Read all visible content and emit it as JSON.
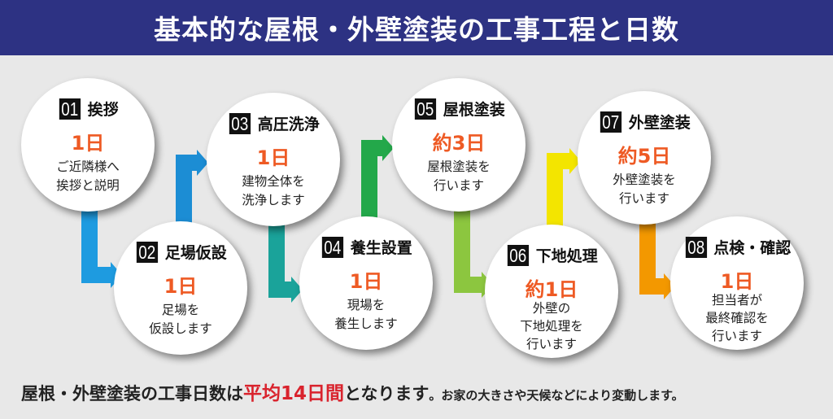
{
  "title": "基本的な屋根・外壁塗装の工事工程と日数",
  "steps": [
    {
      "num": "01",
      "title": "挨拶",
      "days": "1日",
      "desc": [
        "ご近隣様へ",
        "挨拶と説明"
      ]
    },
    {
      "num": "02",
      "title": "足場仮設",
      "days": "1日",
      "desc": [
        "足場を",
        "仮設します"
      ]
    },
    {
      "num": "03",
      "title": "高圧洗浄",
      "days": "1日",
      "desc": [
        "建物全体を",
        "洗浄します"
      ]
    },
    {
      "num": "04",
      "title": "養生設置",
      "days": "1日",
      "desc": [
        "現場を",
        "養生します"
      ]
    },
    {
      "num": "05",
      "title": "屋根塗装",
      "days": "約3日",
      "desc": [
        "屋根塗装を",
        "行います"
      ]
    },
    {
      "num": "06",
      "title": "下地処理",
      "days": "約1日",
      "desc": [
        "外壁の",
        "下地処理を",
        "行います"
      ]
    },
    {
      "num": "07",
      "title": "外壁塗装",
      "days": "約5日",
      "desc": [
        "外壁塗装を",
        "行います"
      ]
    },
    {
      "num": "08",
      "title": "点検・確認",
      "days": "1日",
      "desc": [
        "担当者が",
        "最終確認を",
        "行います"
      ]
    }
  ],
  "footer": {
    "lead": "屋根・外壁塗装の工事日数は",
    "highlight": "平均14日間",
    "tail": "となります",
    "note": "。お家の大きさや天候などにより変動します。"
  },
  "colors": {
    "banner": "#2d3283",
    "days": "#ee5a24",
    "highlight": "#d9232d",
    "arrows": [
      "#1e9be0",
      "#1c8dd4",
      "#1aa39a",
      "#23a84a",
      "#8cc63f",
      "#f3e500",
      "#f39800"
    ]
  }
}
